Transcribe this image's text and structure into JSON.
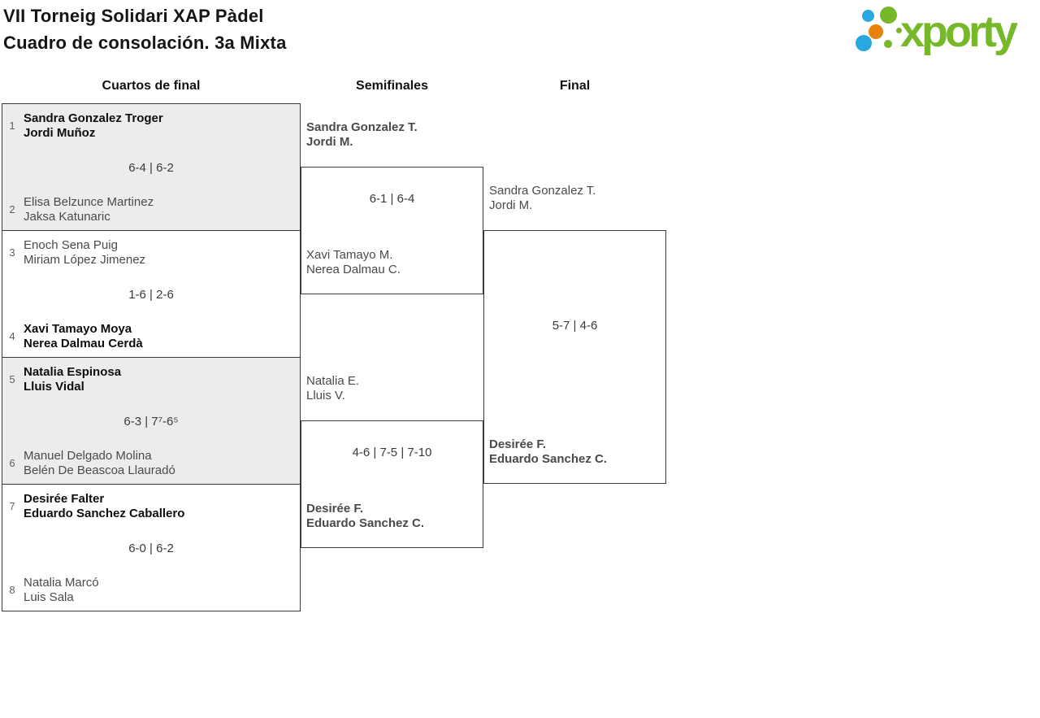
{
  "header": {
    "title_line1": "VII Torneig Solidari XAP Pàdel",
    "title_line2": "Cuadro de consolación. 3a Mixta"
  },
  "logo": {
    "brand": "xporty",
    "colors": {
      "green": "#76b82a",
      "blue": "#29a8e0",
      "orange": "#e8820a"
    }
  },
  "round_headers": {
    "quarterfinals": "Cuartos de final",
    "semifinals": "Semifinales",
    "final": "Final"
  },
  "bracket": {
    "quarterfinals": [
      {
        "seed_top": "1",
        "team_top": {
          "line1": "Sandra Gonzalez Troger",
          "line2": "Jordi Muñoz",
          "winner": true
        },
        "score": "6-4 | 6-2",
        "seed_bottom": "2",
        "team_bottom": {
          "line1": "Elisa Belzunce Martinez",
          "line2": "Jaksa Katunaric",
          "winner": false
        }
      },
      {
        "seed_top": "3",
        "team_top": {
          "line1": "Enoch Sena Puig",
          "line2": "Miriam López Jimenez",
          "winner": false
        },
        "score": "1-6 | 2-6",
        "seed_bottom": "4",
        "team_bottom": {
          "line1": "Xavi Tamayo Moya",
          "line2": "Nerea Dalmau Cerdà",
          "winner": true
        }
      },
      {
        "seed_top": "5",
        "team_top": {
          "line1": "Natalia Espinosa",
          "line2": "Lluis Vidal",
          "winner": true
        },
        "score": "6-3 | 7⁷-6⁵",
        "seed_bottom": "6",
        "team_bottom": {
          "line1": "Manuel Delgado Molina",
          "line2": "Belén De Beascoa Llauradó",
          "winner": false
        }
      },
      {
        "seed_top": "7",
        "team_top": {
          "line1": "Desirée Falter",
          "line2": "Eduardo Sanchez Caballero",
          "winner": true
        },
        "score": "6-0 | 6-2",
        "seed_bottom": "8",
        "team_bottom": {
          "line1": "Natalia Marcó",
          "line2": "Luis Sala",
          "winner": false
        }
      }
    ],
    "semifinals": [
      {
        "team_top": {
          "line1": "Sandra Gonzalez T.",
          "line2": "Jordi M.",
          "winner": true
        },
        "score": "6-1 | 6-4",
        "team_bottom": {
          "line1": "Xavi Tamayo M.",
          "line2": "Nerea Dalmau C.",
          "winner": false
        }
      },
      {
        "team_top": {
          "line1": "Natalia E.",
          "line2": "Lluis V.",
          "winner": false
        },
        "score": "4-6 | 7-5 | 7-10",
        "team_bottom": {
          "line1": "Desirée F.",
          "line2": "Eduardo Sanchez C.",
          "winner": true
        }
      }
    ],
    "final": {
      "team_top": {
        "line1": "Sandra Gonzalez T.",
        "line2": "Jordi M.",
        "winner": false
      },
      "score": "5-7 | 4-6",
      "team_bottom": {
        "line1": "Desirée F.",
        "line2": "Eduardo Sanchez C.",
        "winner": true
      }
    }
  }
}
